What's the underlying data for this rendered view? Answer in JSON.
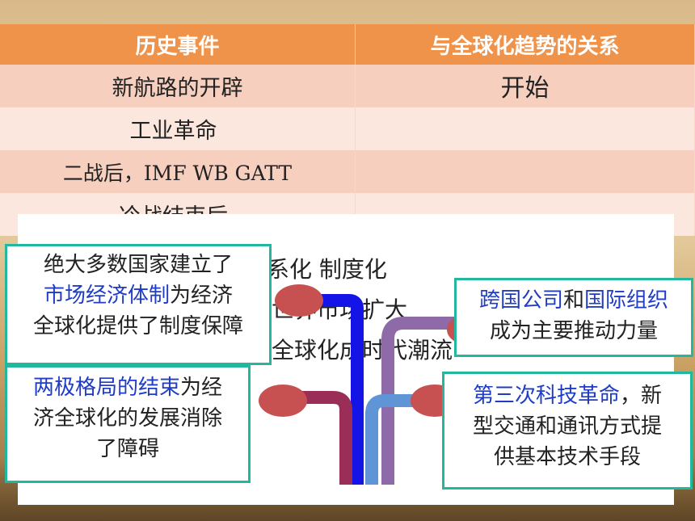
{
  "table": {
    "headers": [
      "历史事件",
      "与全球化趋势的关系"
    ],
    "rows": [
      {
        "event": "新航路的开辟",
        "relation": "开始"
      },
      {
        "event": "工业革命",
        "relation": ""
      },
      {
        "event": "二战后，IMF  WB  GATT",
        "relation": ""
      },
      {
        "event": "冷战结束后",
        "relation": ""
      }
    ]
  },
  "center": {
    "line1": "系化 制度化",
    "line2": "世界市场扩大",
    "line3": "全球化成时代潮流"
  },
  "callouts": {
    "market": {
      "line1": "绝大多数国家建立了",
      "blue": "市场经济体制",
      "line2": "为经济",
      "line3": "全球化提供了制度保障"
    },
    "bipolar": {
      "blue": "两极格局的结束",
      "line1": "为经",
      "line2": "济全球化的发展消除",
      "line3": "了障碍"
    },
    "transnational": {
      "blue1": "跨国公司",
      "and": "和",
      "blue2": "国际组织",
      "line2": "成为主要推动力量"
    },
    "tech": {
      "blue": "第三次科技革命",
      "line1": "，新",
      "line2": "型交通和通讯方式提",
      "line3": "供基本技术手段"
    }
  },
  "colors": {
    "header": "#f0934a",
    "accent_blue": "#1f3cc6",
    "border": "#24b7a0",
    "dot": "#c75050"
  }
}
